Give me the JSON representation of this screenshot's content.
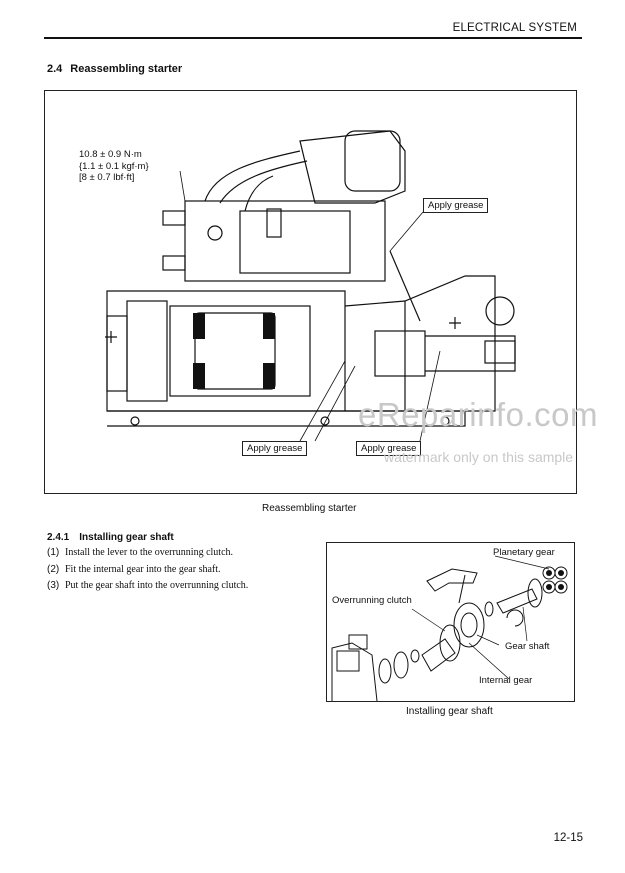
{
  "header": {
    "title": "ELECTRICAL SYSTEM"
  },
  "section": {
    "number": "2.4",
    "title": "Reassembling starter"
  },
  "figure_main": {
    "torque_lines": [
      "10.8 ± 0.9 N·m",
      "{1.1 ± 0.1 kgf·m}",
      "[8 ± 0.7 lbf·ft]"
    ],
    "callout_top": "Apply grease",
    "callout_bottom_left": "Apply grease",
    "callout_bottom_right": "Apply grease",
    "caption": "Reassembling starter"
  },
  "subsection": {
    "number": "2.4.1",
    "title": "Installing gear shaft"
  },
  "steps": [
    {
      "num": "(1)",
      "text": "Install the lever to the overrunning clutch."
    },
    {
      "num": "(2)",
      "text": "Fit the internal gear into the gear shaft."
    },
    {
      "num": "(3)",
      "text": "Put the gear shaft into the overrunning clutch."
    }
  ],
  "figure_gear": {
    "labels": {
      "planetary_gear": "Planetary gear",
      "overrunning_clutch": "Overrunning clutch",
      "gear_shaft": "Gear shaft",
      "internal_gear": "Internal gear"
    },
    "caption": "Installing gear shaft"
  },
  "watermark": {
    "line1": "eReparinfo.com",
    "line2": "watermark only on this sample"
  },
  "page_number": "12-15"
}
